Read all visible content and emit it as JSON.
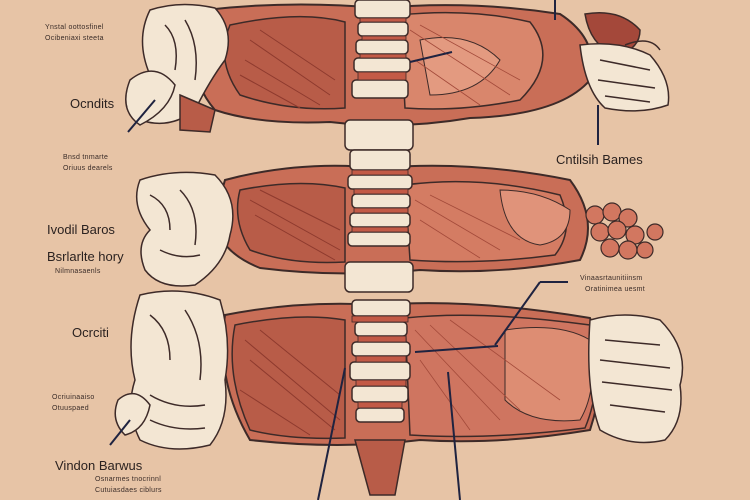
{
  "colors": {
    "background": "#e7c4a6",
    "muscle": "#c96e57",
    "muscle_dark": "#a4483a",
    "muscle_light": "#df9278",
    "bone": "#f3e6d3",
    "outline": "#3d2a28",
    "leader_line": "#1f2340"
  },
  "labels": {
    "top_small_1": "Ynstal oottosfinel",
    "top_small_2": "Ocibeniaxi steeta",
    "left_1": "Ocndits",
    "left_2_line1": "Bnsd  tnmarte",
    "left_2_line2": "Oriuus dearels",
    "left_3": "Ivodil  Baros",
    "left_4": "Bsrlarlte  hory",
    "left_5": "Nilmnasaenls",
    "left_6": "Ocrciti",
    "left_7_line1": "Ocriuinaaiso",
    "left_7_line2": "Otuuspaed",
    "left_8": "Vindon  Barwus",
    "bottom_small_1": "Osnarmes  tnocrinnl",
    "bottom_small_2": "Cutuiasdaes ciblurs",
    "right_1": "Cntilsih  Bames",
    "right_2_line1": "Vinaasrtaunitiinsm",
    "right_2_line2": "Oratinimea  uesmt"
  }
}
